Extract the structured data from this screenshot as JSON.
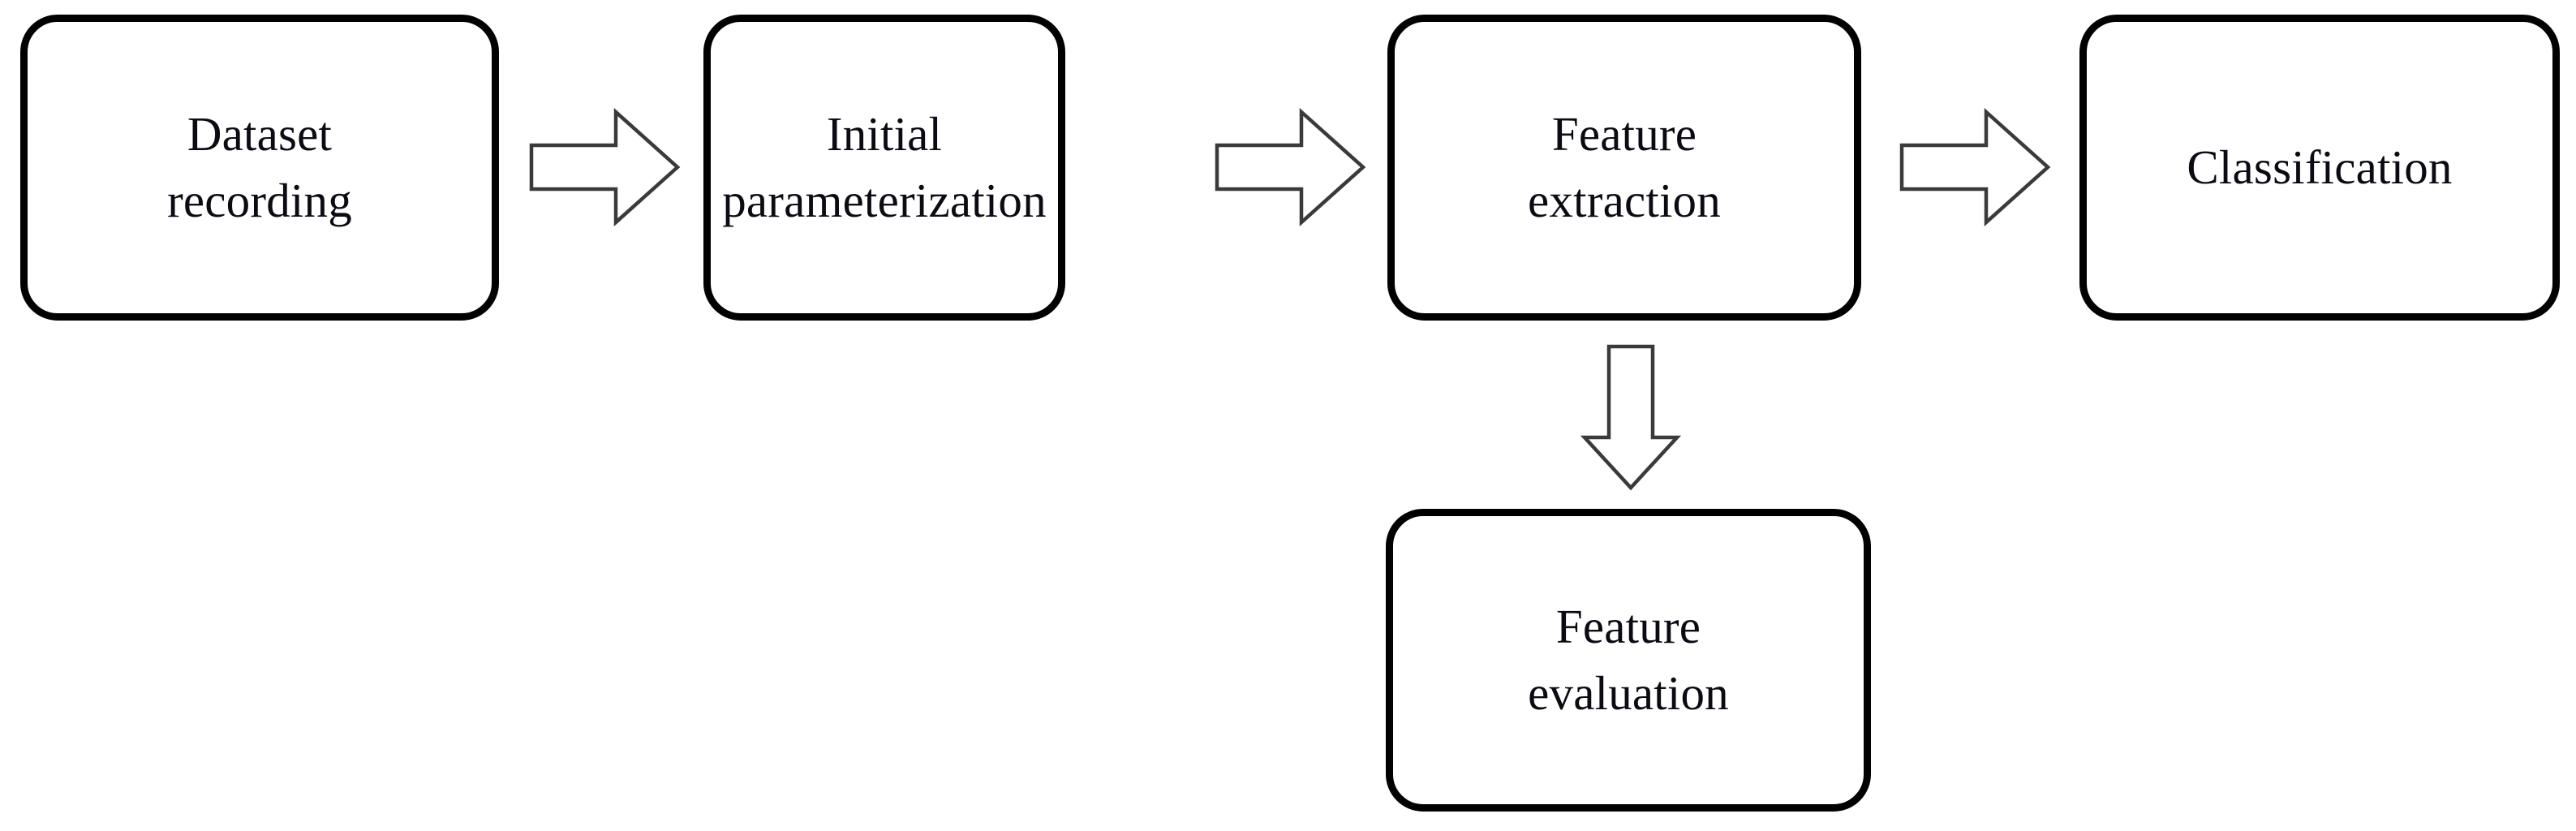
{
  "diagram": {
    "title": "Processing pipeline flowchart",
    "background_color": "#ffffff",
    "node_border_color": "#000000",
    "node_fill_color": "#ffffff",
    "text_color": "#0b0b14",
    "arrow_stroke_color": "#3a3a3a",
    "arrow_fill_color": "#ffffff",
    "nodes": [
      {
        "id": "dataset-recording",
        "label": "Dataset\nrecording",
        "lines": [
          "Dataset",
          "recording"
        ]
      },
      {
        "id": "initial-parameterization",
        "label": "Initial\nparameterization",
        "lines": [
          "Initial",
          "parameterization"
        ]
      },
      {
        "id": "feature-extraction",
        "label": "Feature\nextraction",
        "lines": [
          "Feature",
          "extraction"
        ]
      },
      {
        "id": "classification",
        "label": "Classification",
        "lines": [
          "Classification"
        ]
      },
      {
        "id": "feature-evaluation",
        "label": "Feature\nevaluation",
        "lines": [
          "Feature",
          "evaluation"
        ]
      }
    ],
    "edges": [
      {
        "id": "dataset-to-parameterization",
        "from": "dataset-recording",
        "to": "initial-parameterization",
        "direction": "right",
        "style": "block-arrow-outline"
      },
      {
        "id": "parameterization-to-extraction",
        "from": "initial-parameterization",
        "to": "feature-extraction",
        "direction": "right",
        "style": "block-arrow-outline"
      },
      {
        "id": "extraction-to-classification",
        "from": "feature-extraction",
        "to": "classification",
        "direction": "right",
        "style": "block-arrow-outline"
      },
      {
        "id": "extraction-to-evaluation",
        "from": "feature-extraction",
        "to": "feature-evaluation",
        "direction": "down",
        "style": "block-arrow-outline"
      }
    ]
  }
}
